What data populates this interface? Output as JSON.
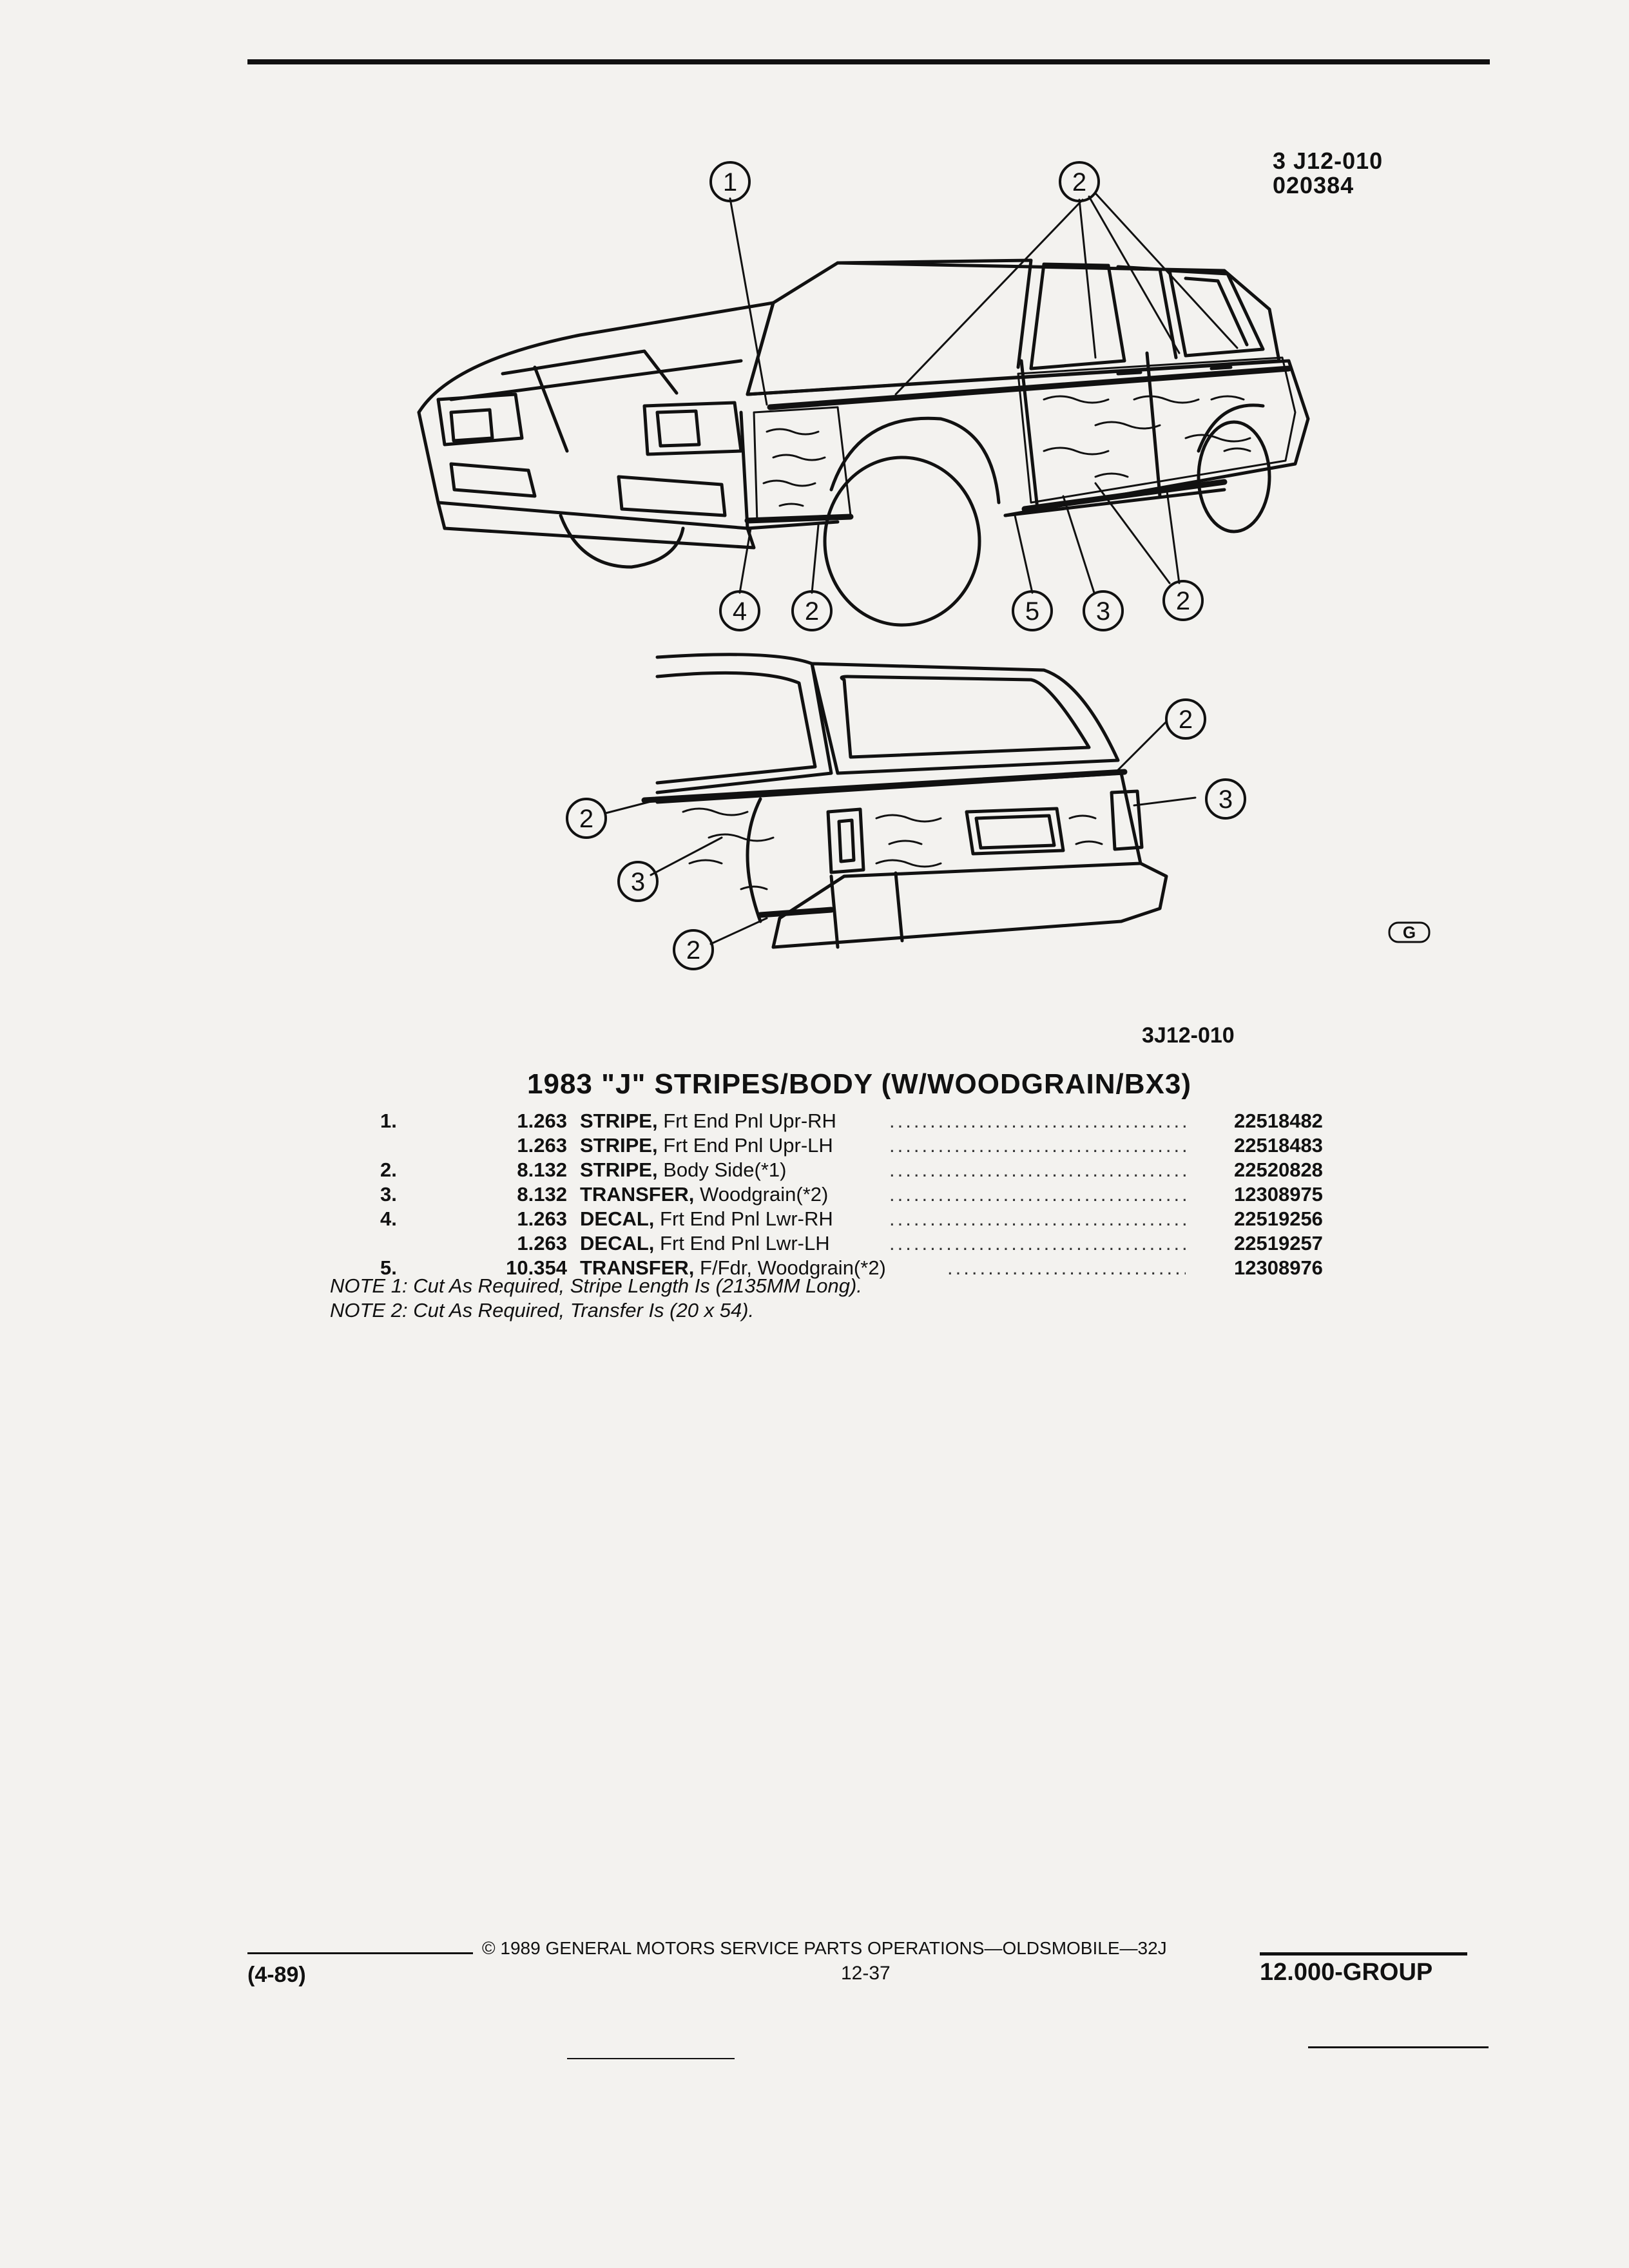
{
  "header": {
    "code_line1": "3 J12-010",
    "code_line2": "020384"
  },
  "figure": {
    "callouts": [
      "1",
      "2",
      "3",
      "4",
      "5"
    ],
    "label": "3J12-010",
    "gm_logo": "G"
  },
  "section_title": "1983 \"J\" STRIPES/BODY (W/WOODGRAIN/BX3)",
  "parts": [
    {
      "no": "1.",
      "qty": "1.263",
      "name": "STRIPE,",
      "desc": "Frt End Pnl Upr-RH",
      "part_no": "22518482"
    },
    {
      "no": "",
      "qty": "1.263",
      "name": "STRIPE,",
      "desc": "Frt End Pnl Upr-LH",
      "part_no": "22518483"
    },
    {
      "no": "2.",
      "qty": "8.132",
      "name": "STRIPE,",
      "desc": "Body Side(*1)",
      "part_no": "22520828"
    },
    {
      "no": "3.",
      "qty": "8.132",
      "name": "TRANSFER,",
      "desc": "Woodgrain(*2)",
      "part_no": "12308975"
    },
    {
      "no": "4.",
      "qty": "1.263",
      "name": "DECAL,",
      "desc": "Frt End Pnl Lwr-RH",
      "part_no": "22519256"
    },
    {
      "no": "",
      "qty": "1.263",
      "name": "DECAL,",
      "desc": "Frt End Pnl Lwr-LH",
      "part_no": "22519257"
    },
    {
      "no": "5.",
      "qty": "10.354",
      "name": "TRANSFER,",
      "desc": "F/Fdr, Woodgrain(*2)",
      "part_no": "12308976"
    }
  ],
  "notes": [
    "NOTE 1: Cut As Required, Stripe Length Is (2135MM Long).",
    "NOTE 2: Cut As Required, Transfer Is (20 x 54)."
  ],
  "footer": {
    "copyright": "© 1989 GENERAL MOTORS SERVICE PARTS OPERATIONS—OLDSMOBILE—32J",
    "date": "(4-89)",
    "page": "12-37",
    "group": "12.000-GROUP"
  }
}
